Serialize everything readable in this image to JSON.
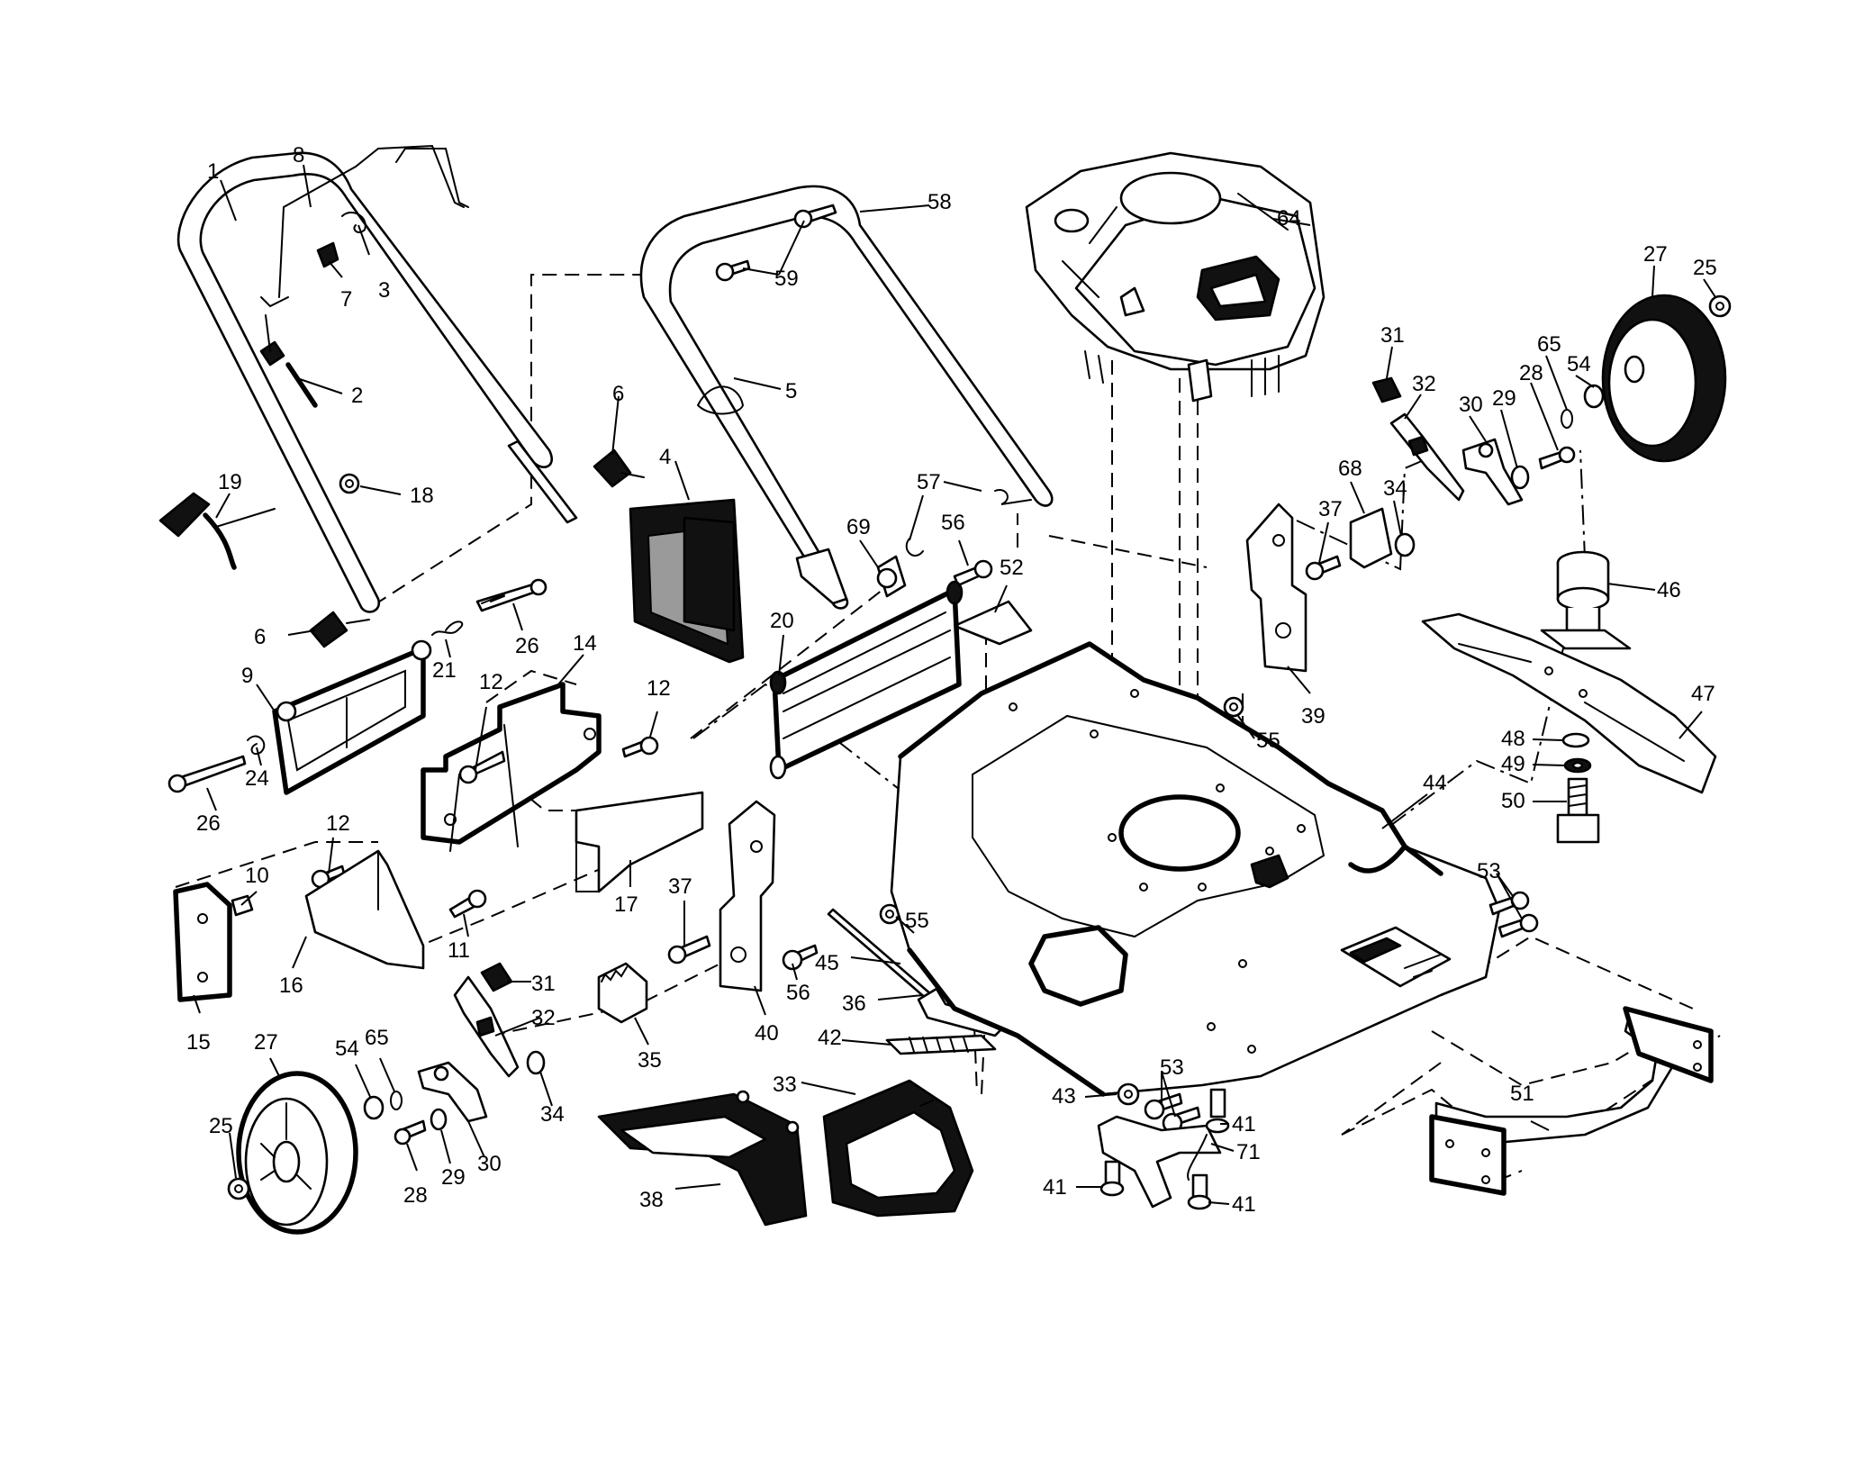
{
  "colors": {
    "background": "#ffffff",
    "ink": "#000000",
    "fill_dark": "#111111",
    "fill_mid": "#9a9a9a"
  },
  "callouts": [
    {
      "label": "1",
      "part": "upper-handle"
    },
    {
      "label": "8",
      "part": "control-bail"
    },
    {
      "label": "3",
      "part": "cable-clip"
    },
    {
      "label": "7",
      "part": "handle-knob-small"
    },
    {
      "label": "2",
      "part": "control-cable"
    },
    {
      "label": "18",
      "part": "nut"
    },
    {
      "label": "19",
      "part": "handle-knob"
    },
    {
      "label": "6",
      "part": "handle-knob-left"
    },
    {
      "label": "26",
      "part": "shoulder-bolt-upper"
    },
    {
      "label": "21",
      "part": "torsion-spring-upper"
    },
    {
      "label": "9",
      "part": "rear-door"
    },
    {
      "label": "24",
      "part": "torsion-spring-lower"
    },
    {
      "label": "26",
      "part": "shoulder-bolt-lower"
    },
    {
      "label": "12",
      "part": "bolt-bracket-left"
    },
    {
      "label": "14",
      "part": "handle-bracket"
    },
    {
      "label": "12",
      "part": "bolt-bracket-right"
    },
    {
      "label": "12",
      "part": "bolt-lower"
    },
    {
      "label": "10",
      "part": "pin"
    },
    {
      "label": "17",
      "part": "rear-deflector"
    },
    {
      "label": "11",
      "part": "bolt-small"
    },
    {
      "label": "16",
      "part": "lower-plate"
    },
    {
      "label": "15",
      "part": "side-plate"
    },
    {
      "label": "31",
      "part": "height-adjuster-knob-front"
    },
    {
      "label": "32",
      "part": "height-adjuster-lever-front"
    },
    {
      "label": "34",
      "part": "spacer-front"
    },
    {
      "label": "35",
      "part": "adjuster-plate-front"
    },
    {
      "label": "27",
      "part": "wheel-front"
    },
    {
      "label": "54",
      "part": "washer-front"
    },
    {
      "label": "65",
      "part": "clip-front"
    },
    {
      "label": "25",
      "part": "wheel-nut-front"
    },
    {
      "label": "28",
      "part": "wheel-bolt-front"
    },
    {
      "label": "29",
      "part": "wheel-washer-front"
    },
    {
      "label": "30",
      "part": "axle-bracket-front"
    },
    {
      "label": "38",
      "part": "side-discharge-chute"
    },
    {
      "label": "33",
      "part": "mulch-cover"
    },
    {
      "label": "4",
      "part": "grass-bag-frame"
    },
    {
      "label": "58",
      "part": "lower-handle"
    },
    {
      "label": "59",
      "part": "handle-bolt"
    },
    {
      "label": "5",
      "part": "cable-tie"
    },
    {
      "label": "6",
      "part": "handle-knob-right"
    },
    {
      "label": "57",
      "part": "hairpin-clip"
    },
    {
      "label": "69",
      "part": "handle-clamp"
    },
    {
      "label": "56",
      "part": "bolt-upper"
    },
    {
      "label": "52",
      "part": "deflector-plate"
    },
    {
      "label": "20",
      "part": "rear-flap"
    },
    {
      "label": "37",
      "part": "bolt-center"
    },
    {
      "label": "40",
      "part": "axle-bracket-left"
    },
    {
      "label": "56",
      "part": "bolt-lower-center"
    },
    {
      "label": "45",
      "part": "axle-rod"
    },
    {
      "label": "55",
      "part": "nut-center"
    },
    {
      "label": "36",
      "part": "door-bracket"
    },
    {
      "label": "42",
      "part": "door-spring"
    },
    {
      "label": "64",
      "part": "engine"
    },
    {
      "label": "31",
      "part": "height-adjuster-knob-rear"
    },
    {
      "label": "32",
      "part": "height-adjuster-lever-rear"
    },
    {
      "label": "30",
      "part": "axle-bracket-rear"
    },
    {
      "label": "29",
      "part": "wheel-washer-rear"
    },
    {
      "label": "28",
      "part": "wheel-bolt-rear"
    },
    {
      "label": "65",
      "part": "clip-rear"
    },
    {
      "label": "54",
      "part": "washer-rear"
    },
    {
      "label": "27",
      "part": "wheel-rear"
    },
    {
      "label": "25",
      "part": "wheel-nut-rear"
    },
    {
      "label": "68",
      "part": "adjuster-plate-rear"
    },
    {
      "label": "37",
      "part": "bolt-rear"
    },
    {
      "label": "34",
      "part": "spacer-rear"
    },
    {
      "label": "39",
      "part": "axle-bracket-right"
    },
    {
      "label": "55",
      "part": "nut-deck"
    },
    {
      "label": "44",
      "part": "deck"
    },
    {
      "label": "46",
      "part": "blade-adapter"
    },
    {
      "label": "47",
      "part": "blade"
    },
    {
      "label": "48",
      "part": "blade-washer"
    },
    {
      "label": "49",
      "part": "lock-washer"
    },
    {
      "label": "50",
      "part": "blade-bolt"
    },
    {
      "label": "53",
      "part": "deck-bolts-right"
    },
    {
      "label": "43",
      "part": "nut-bottom"
    },
    {
      "label": "53",
      "part": "deck-bolts-bottom"
    },
    {
      "label": "41",
      "part": "bolt-bottom-right-upper"
    },
    {
      "label": "71",
      "part": "baffle"
    },
    {
      "label": "41",
      "part": "bolt-bottom-left"
    },
    {
      "label": "41",
      "part": "bolt-bottom-right-lower"
    },
    {
      "label": "51",
      "part": "rear-baffle"
    }
  ]
}
